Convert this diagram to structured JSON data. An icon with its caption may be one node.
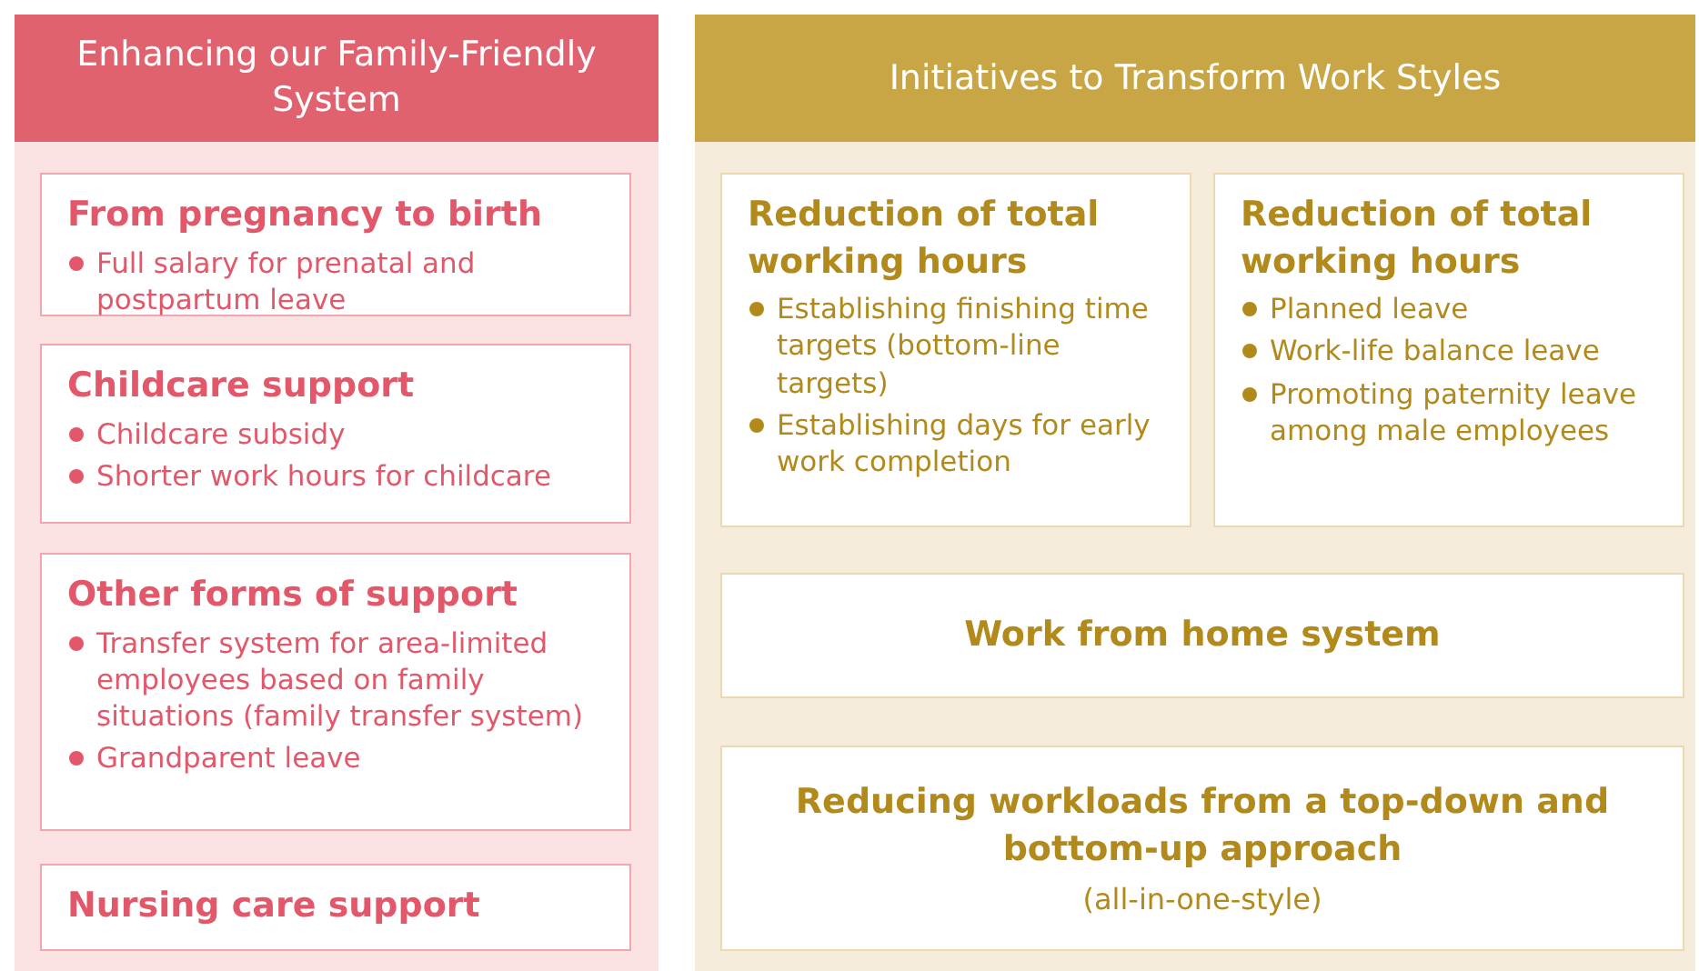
{
  "diagram": {
    "nodes": [
      {
        "text": [
          "Enhancing our Family-Friendly System"
        ]
      },
      {
        "text": [
          "From pregnancy to birth",
          "Full salary for prenatal and postpartum leave"
        ],
        "in": 0
      },
      {
        "text": [
          "Childcare support",
          "Childcare subsidy",
          "Shorter work hours for childcare"
        ],
        "in": 0
      },
      {
        "text": [
          "Other forms of support",
          "Transfer system for area-limited employees based on family situations (family transfer system)",
          "Grandparent leave"
        ],
        "in": 0
      },
      {
        "text": [
          "Nursing care support"
        ],
        "in": 0
      },
      {
        "text": [
          "Initiatives to Transform Work Styles"
        ]
      },
      {
        "text": [
          "Reduction of total working hours",
          "Establishing finishing time targets (bottom-line targets)",
          "Establishing days for early work completion"
        ],
        "in": 5
      },
      {
        "text": [
          "Reduction of total working hours",
          "Planned leave",
          "Work-life balance leave",
          "Promoting paternity leave among male employees"
        ],
        "in": 5
      },
      {
        "text": [
          "Work from home system"
        ],
        "in": 5
      },
      {
        "text": [
          "Reducing workloads from a top-down and bottom-up approach",
          "(all-in-one-style)"
        ],
        "in": 5
      }
    ],
    "edges": []
  }
}
